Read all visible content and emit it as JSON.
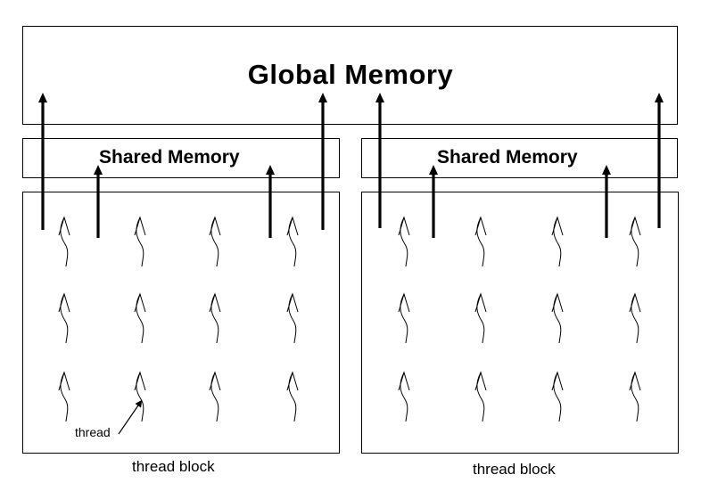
{
  "global_memory": {
    "label": "Global Memory"
  },
  "shared_memory": [
    {
      "label": "Shared Memory"
    },
    {
      "label": "Shared Memory"
    }
  ],
  "thread_blocks": [
    {
      "label": "thread block",
      "threads_rows": 3,
      "threads_cols": 4
    },
    {
      "label": "thread block",
      "threads_rows": 3,
      "threads_cols": 4
    }
  ],
  "thread_label": "thread",
  "arrows": {
    "to_global": 4,
    "to_shared": 4
  }
}
